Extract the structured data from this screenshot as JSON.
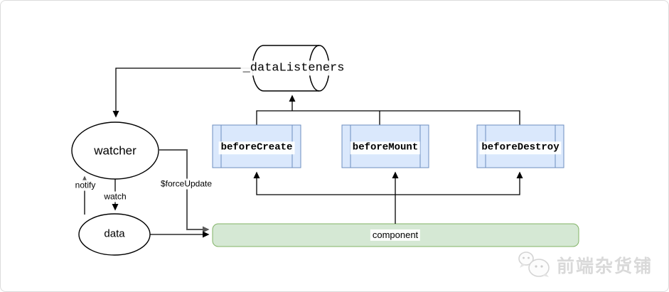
{
  "diagram": {
    "nodes": {
      "data_listeners": "_dataListeners",
      "watcher": "watcher",
      "data": "data",
      "component": "component",
      "hooks": [
        "beforeCreate",
        "beforeMount",
        "beforeDestroy"
      ]
    },
    "edge_labels": {
      "notify": "notify",
      "watch": "watch",
      "force_update": "$forceUpdate"
    },
    "colors": {
      "hook_fill": "#dae8fc",
      "hook_stroke": "#6c8ebf",
      "component_fill": "#d5e8d4",
      "component_stroke": "#82b366",
      "arrow_black": "#000000",
      "arrow_gray": "#595959",
      "watermark": "#d9d9d9"
    }
  },
  "watermark": {
    "text": "前端杂货铺",
    "icon": "chat-doodle-face-icon"
  }
}
